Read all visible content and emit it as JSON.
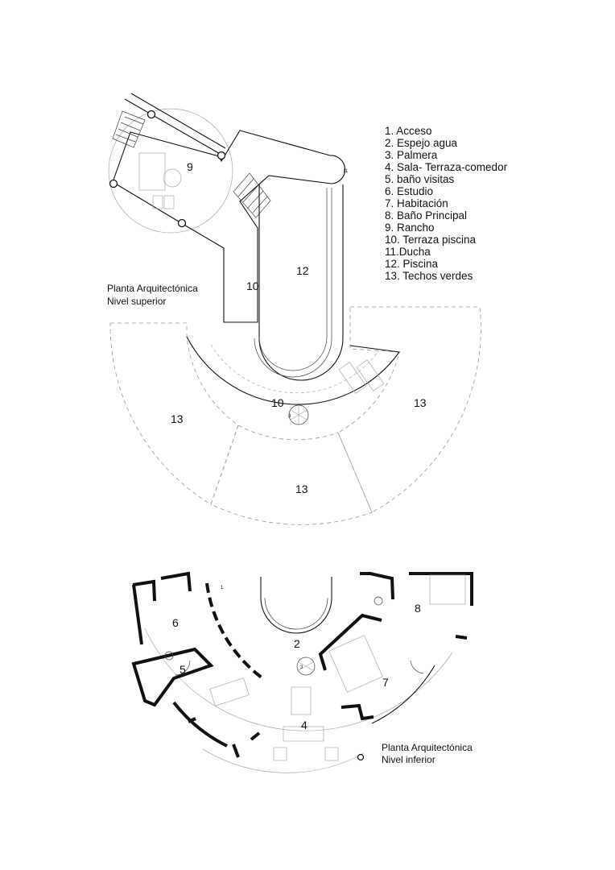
{
  "legend": [
    "1. Acceso",
    "2. Espejo agua",
    "3. Palmera",
    "4. Sala- Terraza-comedor",
    "5. baño visitas",
    "6. Estudio",
    "7. Habitación",
    "8. Baño Principal",
    "9. Rancho",
    "10. Terraza piscina",
    "11.Ducha",
    "12. Piscina",
    "13. Techos verdes"
  ],
  "upper": {
    "caption_line1": "Planta Arquitectónica",
    "caption_line2": "Nivel superior",
    "labels": {
      "rancho": "9",
      "ducha": "11",
      "piscina": "12",
      "terraza_left": "10",
      "terraza_bottom": "10",
      "palmera": "3",
      "techo_left": "13",
      "techo_right": "13",
      "techo_bottom": "13"
    }
  },
  "lower": {
    "caption_line1": "Planta Arquitectónica",
    "caption_line2": "Nivel inferior",
    "labels": {
      "acceso": "1",
      "espejo": "2",
      "palmera": "3",
      "sala": "4",
      "bano_visitas": "5",
      "estudio": "6",
      "habitacion": "7",
      "bano_principal": "8"
    }
  }
}
